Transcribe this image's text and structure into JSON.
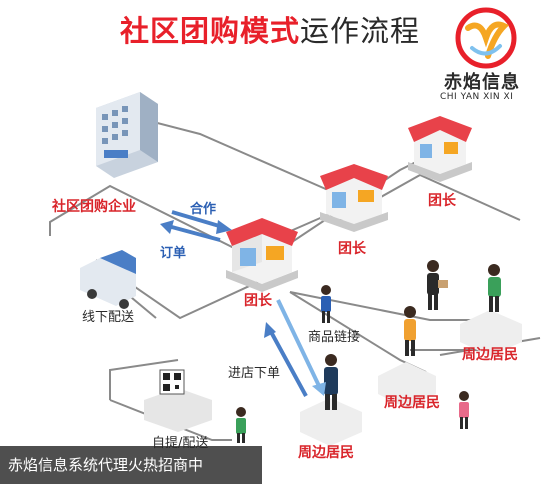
{
  "title": {
    "part1": "社区团购模式",
    "part2": "运作流程"
  },
  "logo": {
    "name": "赤焰信息",
    "pinyin": "CHI YAN XIN XI"
  },
  "nodes": {
    "enterprise": "社区团购企业",
    "leader_main": "团长",
    "leader_2": "团长",
    "leader_3": "团长",
    "offline_delivery": "线下配送",
    "pickup": "自提/配送",
    "resident_1": "周边居民",
    "resident_2": "周边居民",
    "resident_3": "周边居民"
  },
  "edges": {
    "cooperate": "合作",
    "order": "订单",
    "product_link": "商品链接",
    "store_order": "进店下单"
  },
  "caption": "赤焰信息系统代理火热招商中",
  "colors": {
    "accent_red": "#e8202a",
    "accent_blue": "#2b5fb3",
    "caption_bg": "#282828"
  }
}
